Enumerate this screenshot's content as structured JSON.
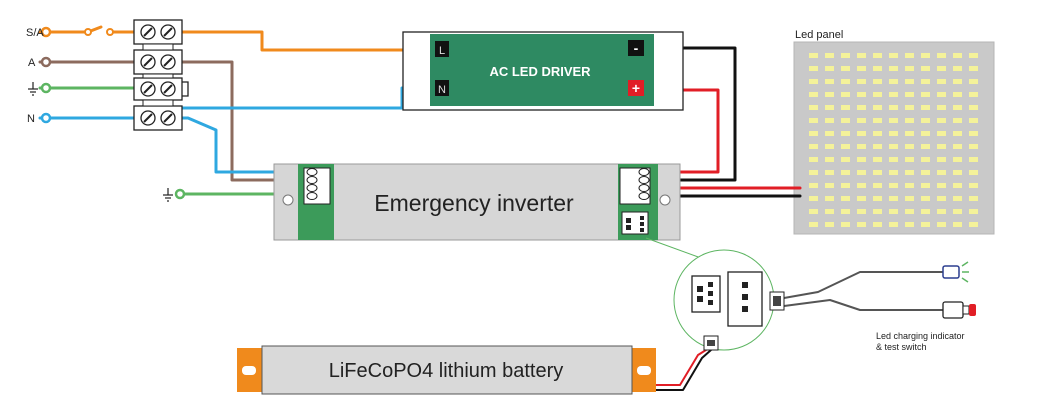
{
  "terminals": {
    "sa": "S/A",
    "a": "A",
    "n": "N"
  },
  "driver": {
    "title": "AC LED DRIVER",
    "l_pin": "L",
    "n_pin": "N",
    "neg_pin": "-",
    "pos_pin": "+"
  },
  "inverter": {
    "title": "Emergency inverter"
  },
  "battery": {
    "title": "LiFeCoPO4 lithium battery"
  },
  "panel": {
    "title": "Led panel"
  },
  "indicator": {
    "line1": "Led charging indicator",
    "line2": "& test switch"
  },
  "colors": {
    "switched_live": "#f08a1c",
    "live": "#8c6b5e",
    "earth": "#5db562",
    "neutral": "#2fa8e0",
    "positive": "#e11e26",
    "negative": "#111111",
    "driver_body": "#2e8a62",
    "inverter_body": "#d6d6d6",
    "terminal_green": "#3c9b5a"
  }
}
